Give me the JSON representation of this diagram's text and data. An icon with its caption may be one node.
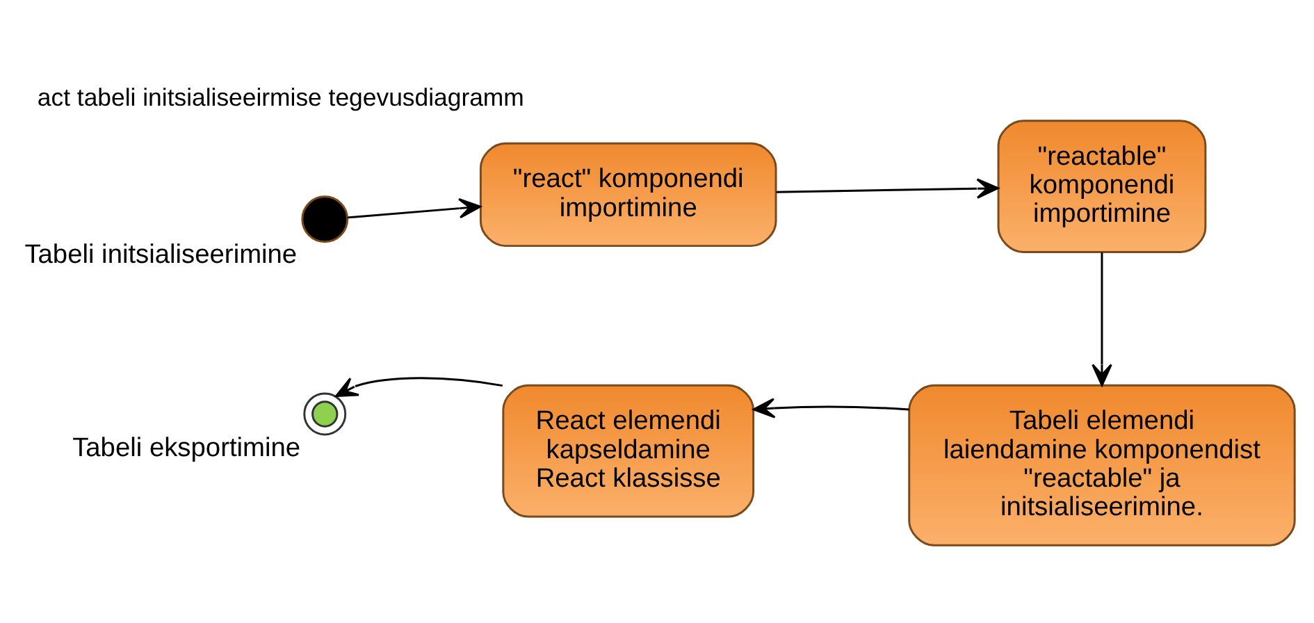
{
  "diagram": {
    "title": "act tabeli initsialiseeirmise tegevusdiagramm",
    "nodes": [
      {
        "text": [],
        "shape": "circle",
        "beside": [
          "Tabeli initsialiseerimine"
        ]
      },
      {
        "text": [
          "\"react\" komponendi importimine"
        ]
      },
      {
        "text": [
          "\"reactable\" komponendi importimine"
        ]
      },
      {
        "text": [
          "Tabeli elemendi laiendamine komponendist \"reactable\" ja initsialiseerimine."
        ]
      },
      {
        "text": [
          "React elemendi kapseldamine React klassisse"
        ]
      },
      {
        "text": [],
        "shape": "final",
        "beside": [
          "Tabeli eksportimine"
        ]
      }
    ],
    "edges": [
      {
        "from": 0,
        "to": 1,
        "arrow": "to"
      },
      {
        "from": 1,
        "to": 2,
        "arrow": "to"
      },
      {
        "from": 2,
        "to": 3,
        "arrow": "to"
      },
      {
        "from": 3,
        "to": 4,
        "arrow": "to"
      },
      {
        "from": 4,
        "to": 5,
        "arrow": "to"
      }
    ]
  }
}
